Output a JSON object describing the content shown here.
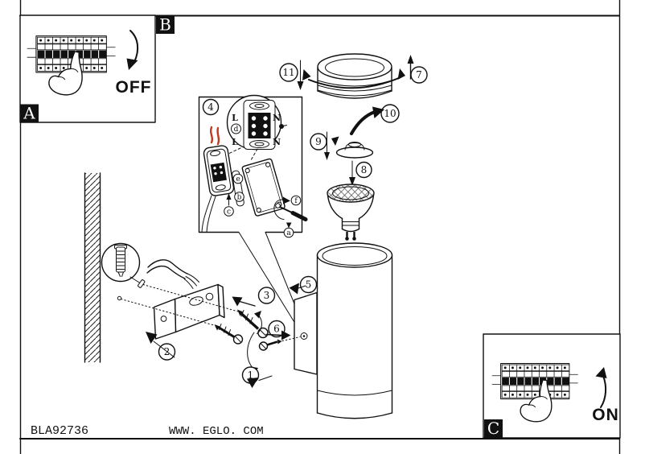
{
  "document": {
    "product_code": "BLA92736",
    "website": "WWW. EGLO. COM"
  },
  "insets": {
    "a": {
      "label": "A",
      "switch_text": "OFF"
    },
    "b": {
      "label": "B"
    },
    "c": {
      "label": "C",
      "switch_text": "ON"
    }
  },
  "steps": {
    "n1": "1",
    "n2": "2",
    "n3": "3",
    "n4": "4",
    "n5": "5",
    "n6": "6",
    "n7": "7",
    "n8": "8",
    "n9": "9",
    "n10": "10",
    "n11": "11"
  },
  "detail_letters": {
    "a": "a",
    "b": "b",
    "c": "c",
    "d": "d",
    "e": "e",
    "f": "f"
  },
  "terminal_labels": {
    "l_top": "L",
    "n_top": "N",
    "l_bottom": "L",
    "n_bottom": "N"
  },
  "colors": {
    "line": "#111111",
    "wire": "#c03a20",
    "label_bg": "#000000",
    "label_text": "#ffffff",
    "paper": "#ffffff"
  }
}
